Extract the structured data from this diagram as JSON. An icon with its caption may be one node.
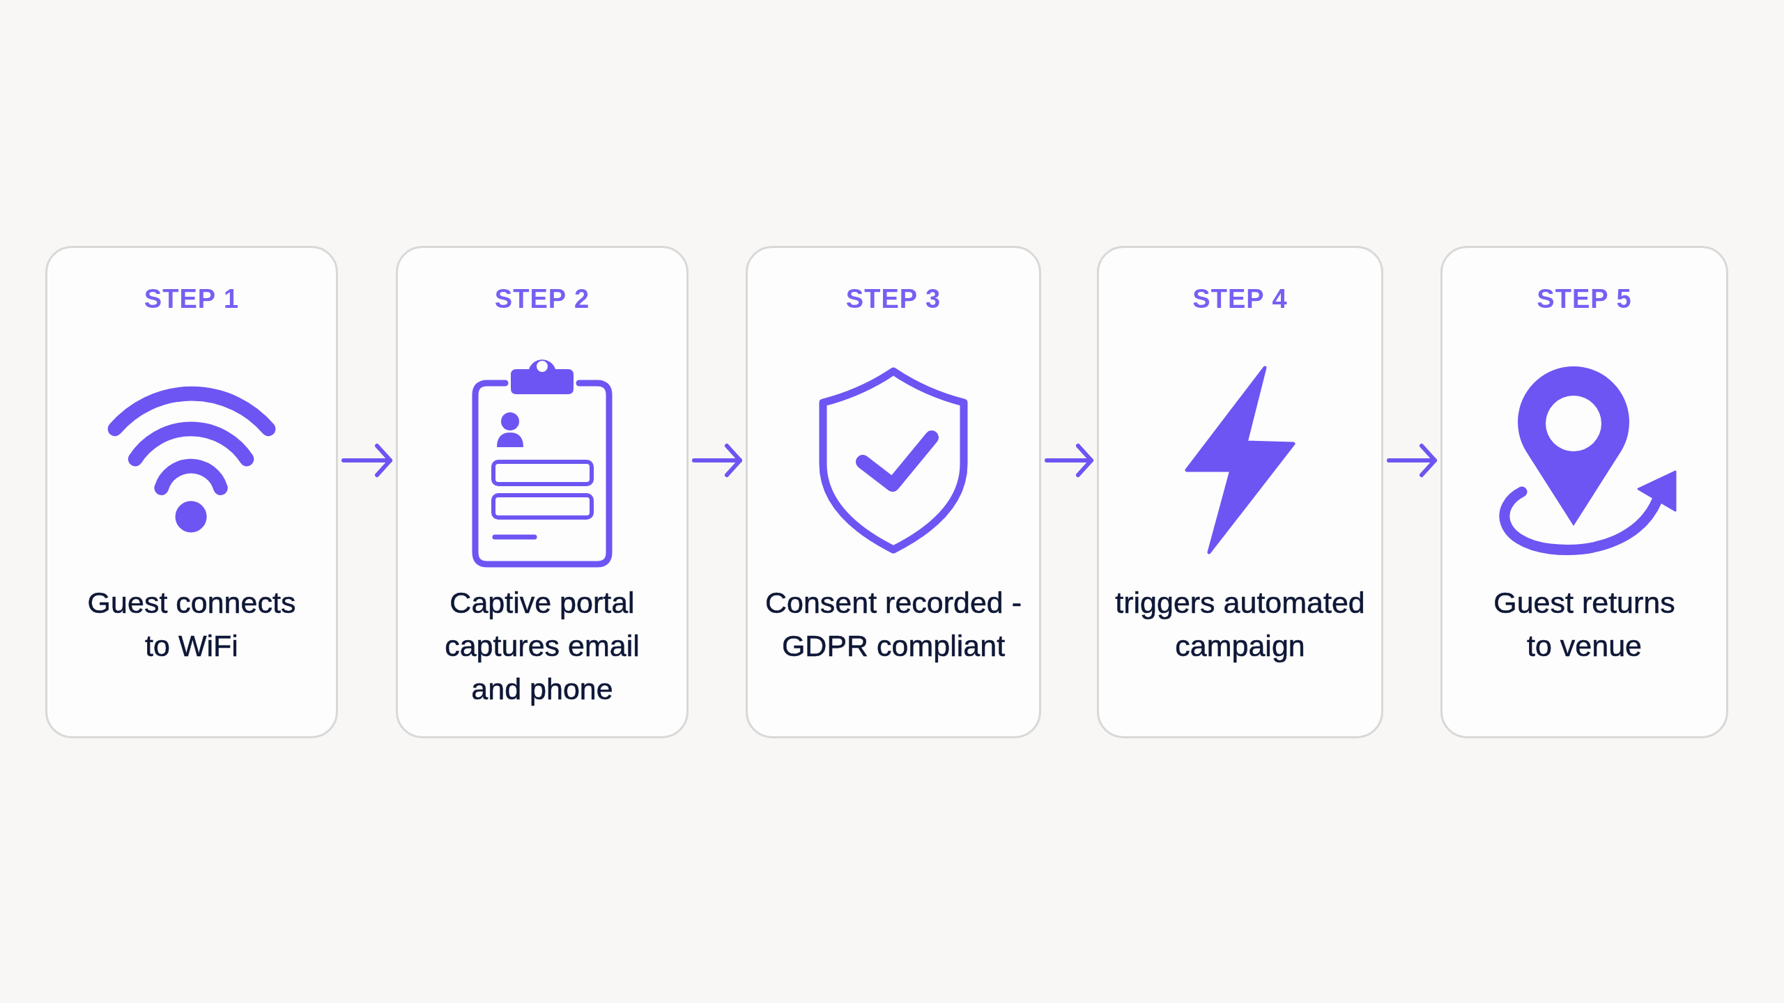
{
  "diagram": {
    "nodes": [
      {
        "text": [
          "STEP 1",
          "Guest connects to WiFi"
        ]
      },
      {
        "text": [
          "STEP 2",
          "Captive portal captures email and phone"
        ]
      },
      {
        "text": [
          "STEP 3",
          "Consent recorded - GDPR compliant"
        ]
      },
      {
        "text": [
          "STEP 4",
          "triggers automated campaign"
        ]
      },
      {
        "text": [
          "STEP 5",
          "Guest returns to venue"
        ]
      }
    ],
    "edges": [
      {
        "from": 0,
        "to": 1,
        "arrow": "to"
      },
      {
        "from": 1,
        "to": 2,
        "arrow": "to"
      },
      {
        "from": 2,
        "to": 3,
        "arrow": "to"
      },
      {
        "from": 3,
        "to": 4,
        "arrow": "to"
      }
    ]
  }
}
